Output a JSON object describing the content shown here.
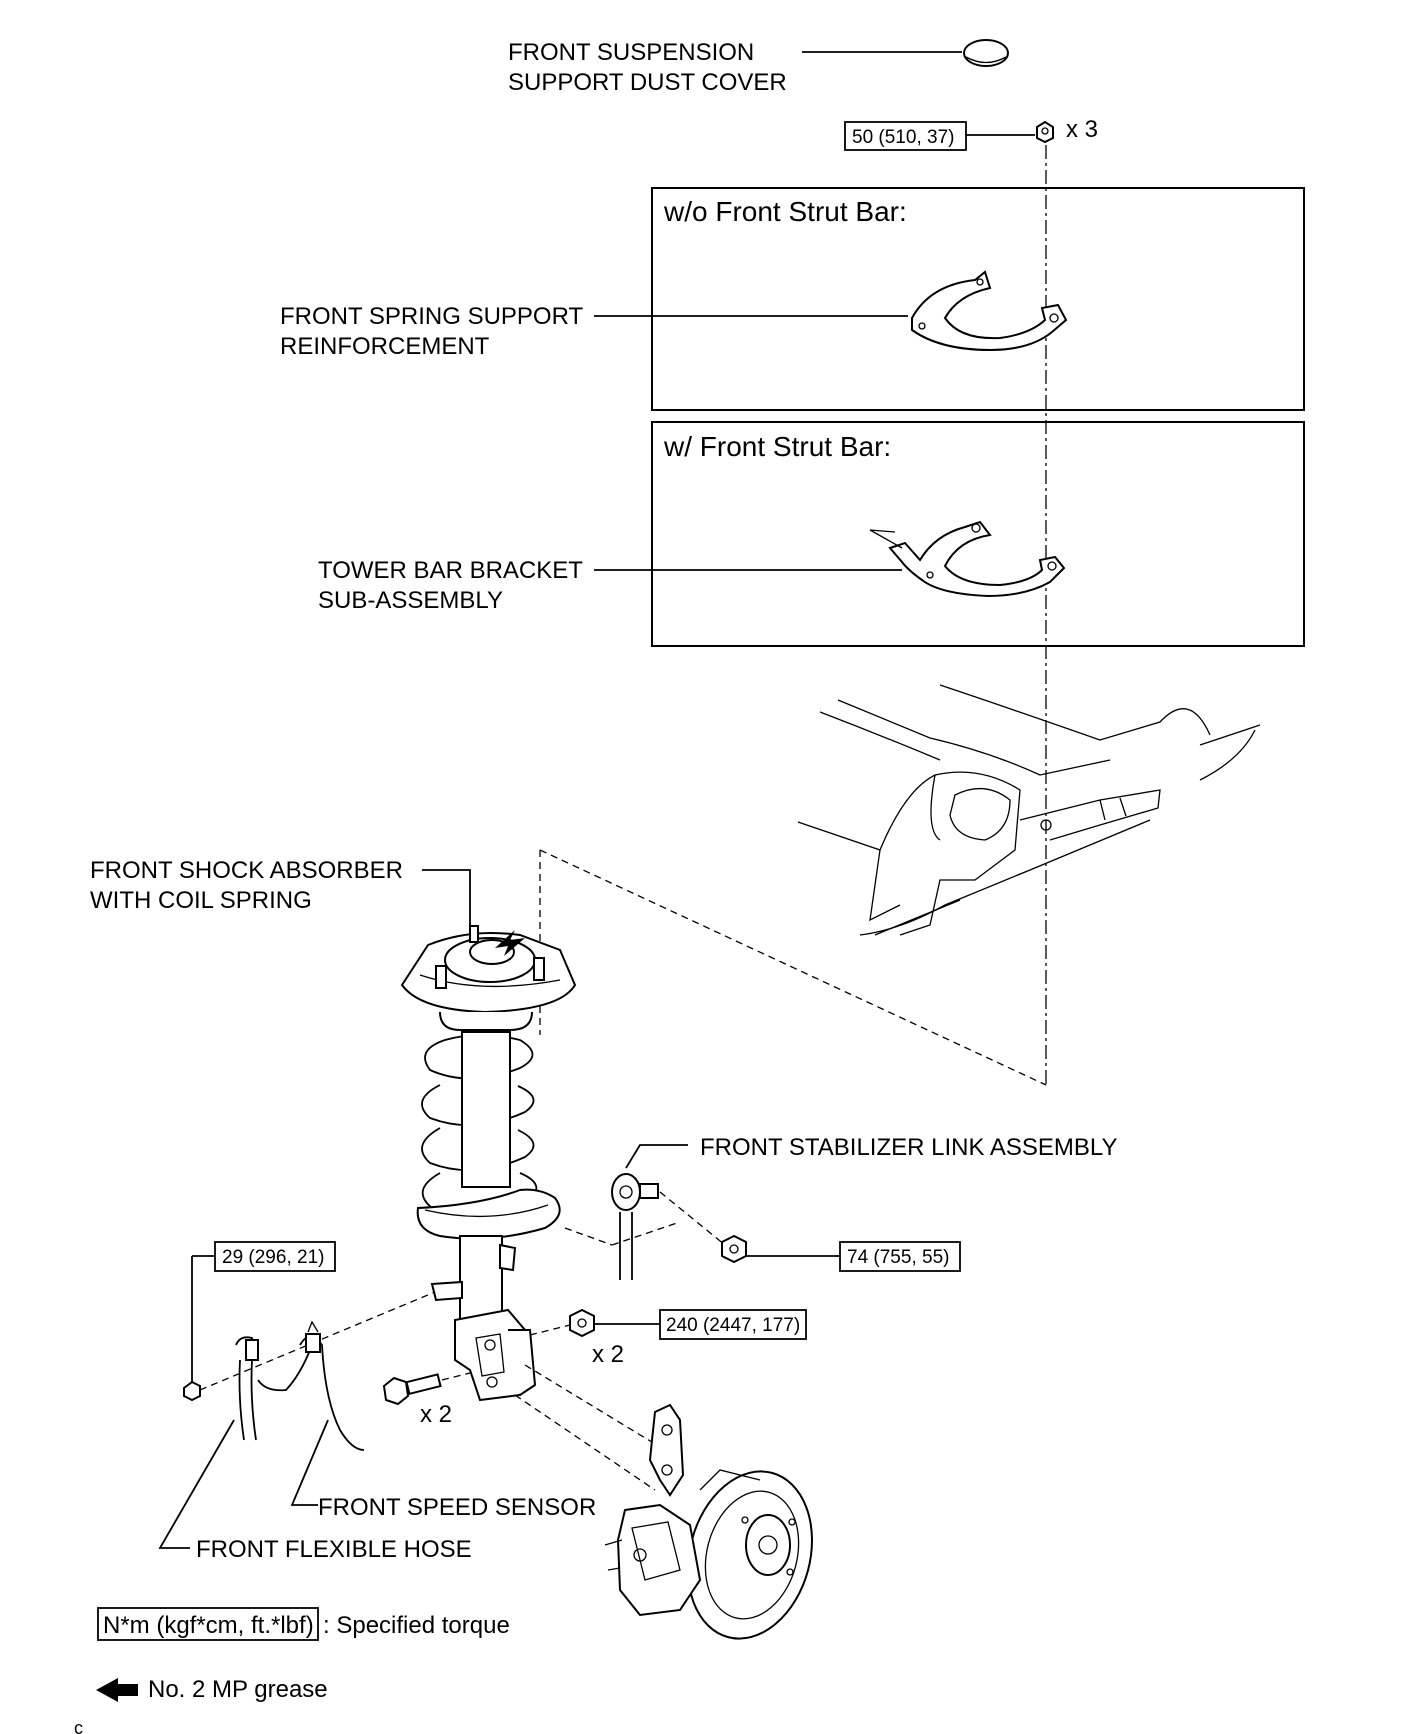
{
  "labels": {
    "dust_cover": [
      "FRONT SUSPENSION",
      "SUPPORT DUST COVER"
    ],
    "spring_support": [
      "FRONT SPRING SUPPORT",
      "REINFORCEMENT"
    ],
    "tower_bar": [
      "TOWER BAR BRACKET",
      "SUB-ASSEMBLY"
    ],
    "shock_absorber": [
      "FRONT SHOCK ABSORBER",
      "WITH COIL SPRING"
    ],
    "stabilizer_link": "FRONT STABILIZER LINK ASSEMBLY",
    "speed_sensor": "FRONT SPEED SENSOR",
    "flexible_hose": "FRONT FLEXIBLE HOSE"
  },
  "panels": {
    "without_strut_bar": "w/o Front Strut Bar:",
    "with_strut_bar": "w/ Front Strut Bar:"
  },
  "torques": {
    "top_nut": "50 (510, 37)",
    "stabilizer_nut": "74 (755, 55)",
    "knuckle_bolts": "240 (2447, 177)",
    "hose_bolt": "29 (296, 21)"
  },
  "quantities": {
    "top_nut": "x 3",
    "knuckle_nut": "x 2",
    "knuckle_bolt": "x 2"
  },
  "legend": {
    "torque_unit": "N*m (kgf*cm, ft.*lbf)",
    "torque_text": ": Specified torque",
    "grease_text": "No. 2 MP grease"
  },
  "corner_mark": "c"
}
